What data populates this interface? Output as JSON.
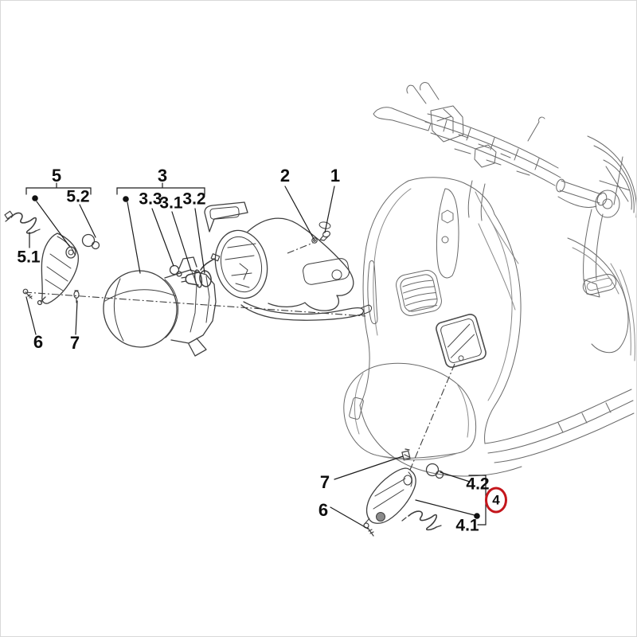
{
  "diagram": {
    "type": "exploded-parts-diagram",
    "subject": "scooter front headlamp and turn signal assembly",
    "line_color": "#4c4c4c",
    "callout_color": "#0e0e0e",
    "highlight_color": "#c4161c",
    "callouts": {
      "group_5": "5",
      "part_5_1": "5.1",
      "part_5_2": "5.2",
      "screw_6_front": "6",
      "pin_7_front": "7",
      "group_3": "3",
      "part_3_3": "3.3",
      "part_3_1": "3.1",
      "part_3_2": "3.2",
      "part_2": "2",
      "part_1": "1",
      "pin_7_rear": "7",
      "screw_6_rear": "6",
      "part_4_2": "4.2",
      "part_4_1": "4.1",
      "group_4": "4"
    }
  }
}
